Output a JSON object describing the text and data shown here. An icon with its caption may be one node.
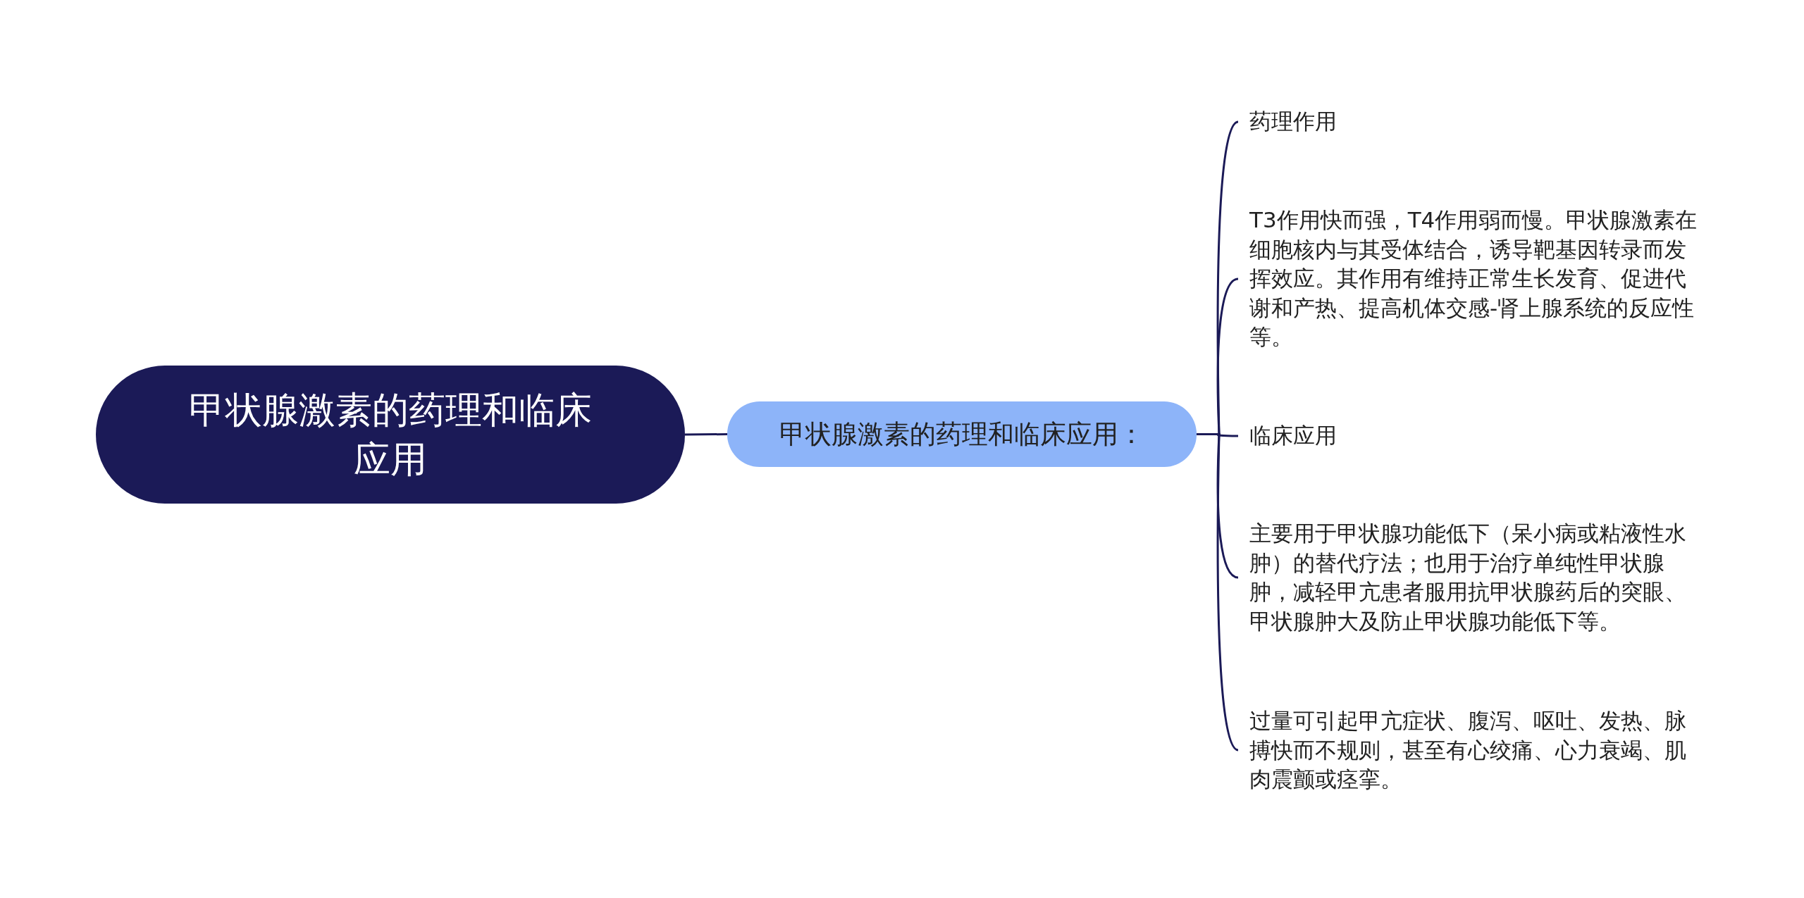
{
  "diagram": {
    "nodes": [
      {
        "text": [
          "甲状腺激素的药理和临床应用"
        ]
      },
      {
        "text": [
          "甲状腺激素的药理和临床应用："
        ]
      },
      {
        "text": [
          "药理作用"
        ]
      },
      {
        "text": [
          "T3作用快而强，T4作用弱而慢。甲状腺激素在细胞核内与其受体结合，诱导靶基因转录而发挥效应。其作用有维持正常生长发育、促进代谢和产热、提高机体交感-肾上腺系统的反应性等。"
        ]
      },
      {
        "text": [
          "临床应用"
        ]
      },
      {
        "text": [
          "主要用于甲状腺功能低下（呆小病或粘液性水肿）的替代疗法；也用于治疗单纯性甲状腺肿，减轻甲亢患者服用抗甲状腺药后的突眼、甲状腺肿大及防止甲状腺功能低下等。"
        ]
      },
      {
        "text": [
          "过量可引起甲亢症状、腹泻、呕吐、发热、脉搏快而不规则，甚至有心绞痛、心力衰竭、肌肉震颤或痉挛。"
        ]
      }
    ],
    "edges": [
      {
        "from": 0,
        "to": 1,
        "arrow": "none"
      },
      {
        "from": 1,
        "to": 2,
        "arrow": "none"
      },
      {
        "from": 1,
        "to": 3,
        "arrow": "none"
      },
      {
        "from": 1,
        "to": 4,
        "arrow": "none"
      },
      {
        "from": 1,
        "to": 5,
        "arrow": "none"
      },
      {
        "from": 1,
        "to": 6,
        "arrow": "none"
      }
    ]
  }
}
